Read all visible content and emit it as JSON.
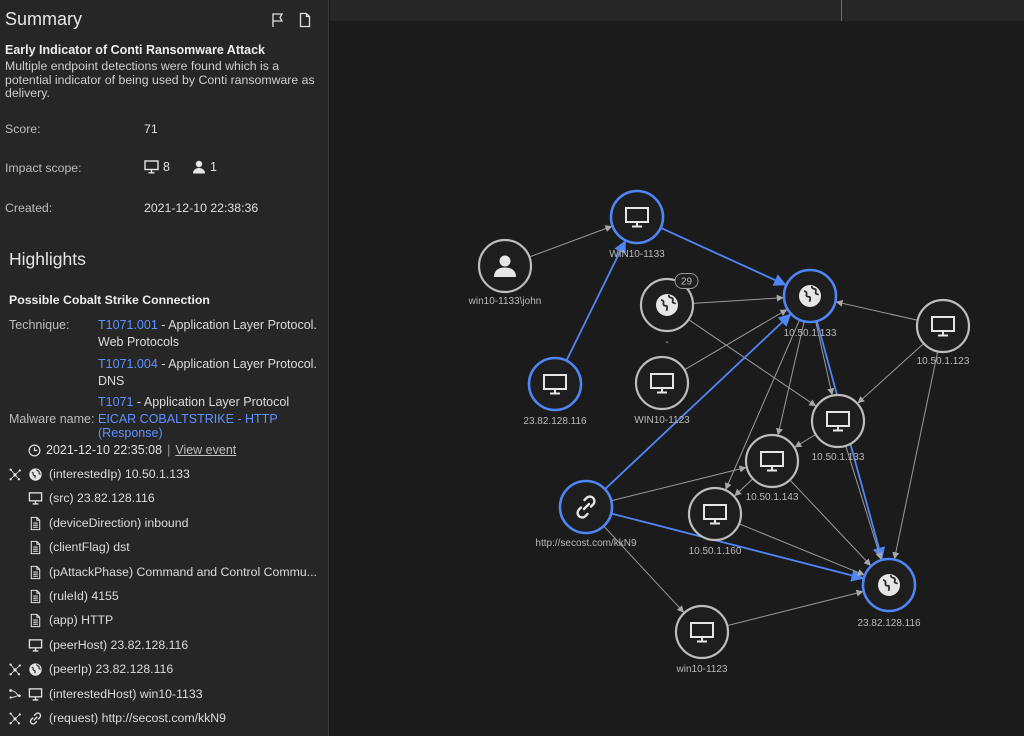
{
  "summary": {
    "title": "Summary",
    "flag_icon": "flag-icon",
    "doc_icon": "document-icon",
    "alert_title": "Early Indicator of Conti Ransomware Attack",
    "alert_description": "Multiple endpoint detections were found which is a potential indicator of being used by Conti ransomware as delivery.",
    "score_label": "Score:",
    "score_value": "71",
    "impact_label": "Impact scope:",
    "impact_devices": "8",
    "impact_users": "1",
    "created_label": "Created:",
    "created_value": "2021-12-10 22:38:36"
  },
  "highlights": {
    "title": "Highlights",
    "item_title": "Possible Cobalt Strike Connection",
    "technique_label": "Technique:",
    "techniques": [
      {
        "id": "T1071.001",
        "text": " - Application Layer Protocol. Web Protocols"
      },
      {
        "id": "T1071.004",
        "text": " - Application Layer Protocol. DNS"
      },
      {
        "id": "T1071",
        "text": " - Application Layer Protocol"
      }
    ],
    "malware_label": "Malware name:",
    "malware_value": "EICAR COBALTSTRIKE - HTTP (Response)",
    "event_time": "2021-12-10 22:35:08",
    "event_sep": "|",
    "view_event": "View event",
    "rows": [
      {
        "pre": "node-link-icon",
        "icon": "globe-icon",
        "text": "(interestedIp) 10.50.1.133"
      },
      {
        "pre": "",
        "icon": "monitor-icon",
        "text": "(src) 23.82.128.116"
      },
      {
        "pre": "",
        "icon": "document-icon",
        "text": "(deviceDirection) inbound"
      },
      {
        "pre": "",
        "icon": "document-icon",
        "text": "(clientFlag) dst"
      },
      {
        "pre": "",
        "icon": "document-icon",
        "text": "(pAttackPhase) Command and Control Commu..."
      },
      {
        "pre": "",
        "icon": "document-icon",
        "text": "(ruleId) 4155"
      },
      {
        "pre": "",
        "icon": "document-icon",
        "text": "(app) HTTP"
      },
      {
        "pre": "",
        "icon": "monitor-icon",
        "text": "(peerHost) 23.82.128.116"
      },
      {
        "pre": "node-link-icon",
        "icon": "globe-icon",
        "text": "(peerIp) 23.82.128.116"
      },
      {
        "pre": "share-link-icon",
        "icon": "monitor-icon",
        "text": "(interestedHost) win10-1133"
      },
      {
        "pre": "node-link-icon",
        "icon": "link-icon",
        "text": "(request) http://secost.com/kkN9"
      }
    ]
  },
  "graph": {
    "accent": "#4f86f7",
    "nodes": [
      {
        "id": "john",
        "type": "user",
        "label": "win10-1133\\john",
        "highlight": false
      },
      {
        "id": "win1133",
        "type": "monitor",
        "label": "WIN10-1133",
        "highlight": true
      },
      {
        "id": "dash",
        "type": "globe",
        "label": "-",
        "highlight": false,
        "badge": "29"
      },
      {
        "id": "ip133",
        "type": "globe",
        "label": "10.50.1.133",
        "highlight": true
      },
      {
        "id": "h123",
        "type": "monitor",
        "label": "10.50.1.123",
        "highlight": false
      },
      {
        "id": "src116",
        "type": "monitor",
        "label": "23.82.128.116",
        "highlight": true
      },
      {
        "id": "win1123",
        "type": "monitor",
        "label": "WIN10-1123",
        "highlight": false
      },
      {
        "id": "h133",
        "type": "monitor",
        "label": "10.50.1.133",
        "highlight": false
      },
      {
        "id": "h143",
        "type": "monitor",
        "label": "10.50.1.143",
        "highlight": false
      },
      {
        "id": "url",
        "type": "link",
        "label": "http://secost.com/kkN9",
        "highlight": true
      },
      {
        "id": "h160",
        "type": "monitor",
        "label": "10.50.1.160",
        "highlight": false
      },
      {
        "id": "ip116",
        "type": "globe",
        "label": "23.82.128.116",
        "highlight": true
      },
      {
        "id": "lower1123",
        "type": "monitor",
        "label": "win10-1123",
        "highlight": false
      }
    ],
    "edges": [
      {
        "from": "john",
        "to": "win1133",
        "blue": false
      },
      {
        "from": "src116",
        "to": "win1133",
        "blue": true
      },
      {
        "from": "win1133",
        "to": "ip133",
        "blue": true
      },
      {
        "from": "dash",
        "to": "ip133",
        "blue": false
      },
      {
        "from": "win1123",
        "to": "ip133",
        "blue": false
      },
      {
        "from": "h123",
        "to": "ip133",
        "blue": false
      },
      {
        "from": "dash",
        "to": "h133",
        "blue": false
      },
      {
        "from": "h123",
        "to": "h133",
        "blue": false
      },
      {
        "from": "h123",
        "to": "ip116",
        "blue": false
      },
      {
        "from": "url",
        "to": "ip133",
        "blue": true
      },
      {
        "from": "ip133",
        "to": "ip116",
        "blue": true
      },
      {
        "from": "ip133",
        "to": "h133",
        "blue": false
      },
      {
        "from": "ip133",
        "to": "h143",
        "blue": false
      },
      {
        "from": "ip133",
        "to": "h160",
        "blue": false
      },
      {
        "from": "h133",
        "to": "ip116",
        "blue": false
      },
      {
        "from": "h133",
        "to": "h143",
        "blue": false
      },
      {
        "from": "h143",
        "to": "ip116",
        "blue": false
      },
      {
        "from": "h143",
        "to": "h160",
        "blue": false
      },
      {
        "from": "url",
        "to": "h143",
        "blue": false
      },
      {
        "from": "url",
        "to": "ip116",
        "blue": true
      },
      {
        "from": "url",
        "to": "lower1123",
        "blue": false
      },
      {
        "from": "h160",
        "to": "ip116",
        "blue": false
      },
      {
        "from": "lower1123",
        "to": "ip116",
        "blue": false
      }
    ]
  }
}
